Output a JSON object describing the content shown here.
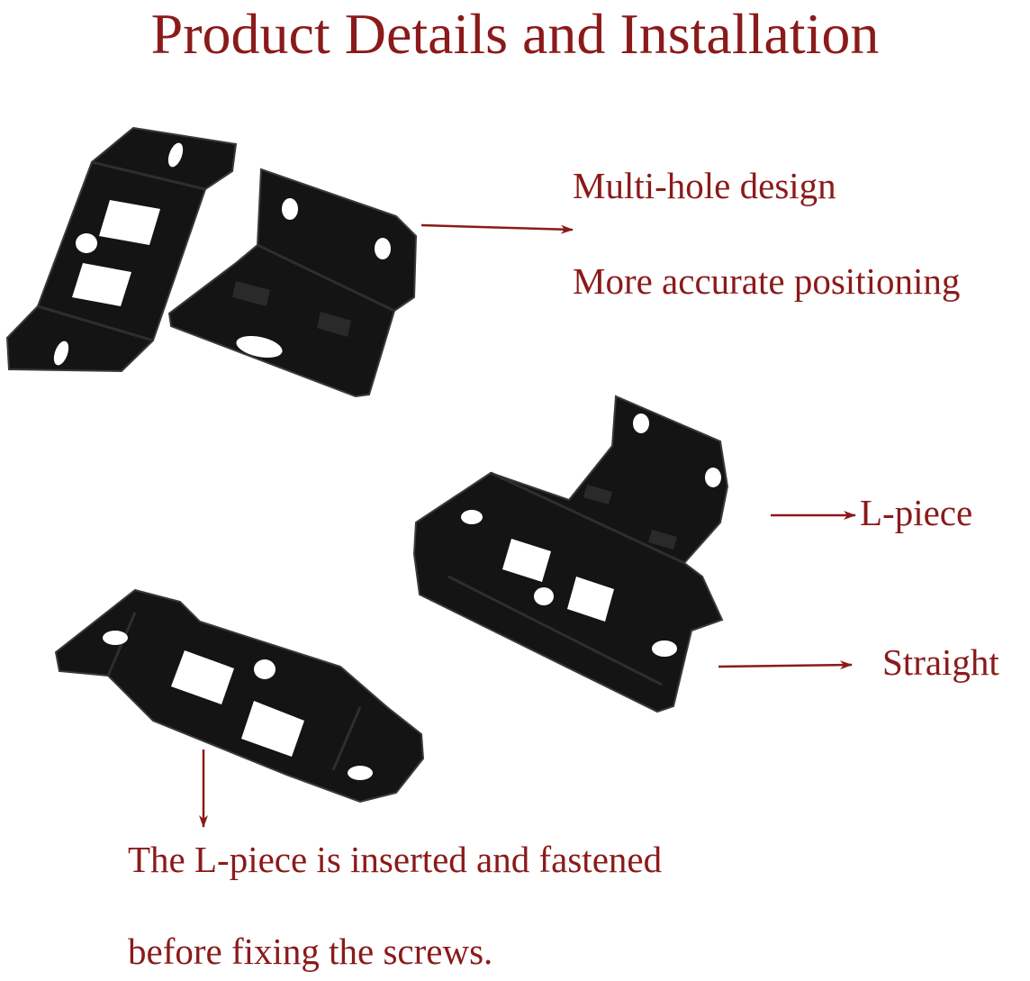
{
  "title": "Product Details and Installation",
  "callouts": {
    "multi_hole": "Multi-hole design",
    "positioning": "More accurate positioning",
    "l_piece": "L-piece",
    "straight": "Straight",
    "note_line1": "The L-piece is inserted and fastened",
    "note_line2": "before fixing the screws."
  },
  "colors": {
    "text": "#8b1a1a",
    "arrow": "#8b1a1a",
    "bracket": "#141414",
    "bracket_edge": "#3a3a3a"
  }
}
